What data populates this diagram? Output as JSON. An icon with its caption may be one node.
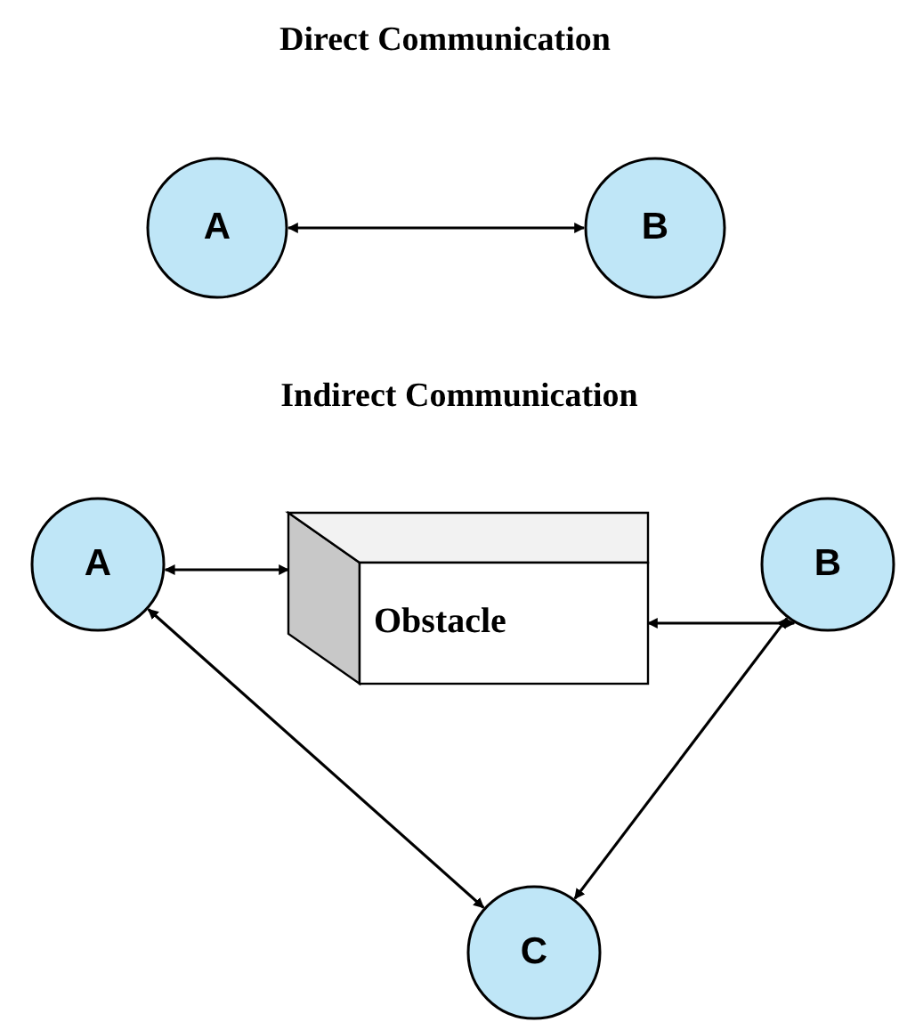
{
  "diagram": {
    "nodes": [
      {
        "text": [
          "A"
        ]
      },
      {
        "text": [
          "B"
        ]
      },
      {
        "text": [
          "A"
        ]
      },
      {
        "text": [
          "Obstacle"
        ]
      },
      {
        "text": [
          "B"
        ]
      },
      {
        "text": [
          "C"
        ]
      }
    ],
    "edges": [
      {
        "from": 0,
        "to": 1,
        "arrow": "both"
      },
      {
        "from": 2,
        "to": 3,
        "arrow": "both"
      },
      {
        "from": 3,
        "to": 4,
        "arrow": "both"
      },
      {
        "from": 2,
        "to": 5,
        "arrow": "both"
      },
      {
        "from": 4,
        "to": 5,
        "arrow": "both"
      }
    ],
    "labels": [
      "Direct Communication",
      "Indirect Communication"
    ]
  }
}
